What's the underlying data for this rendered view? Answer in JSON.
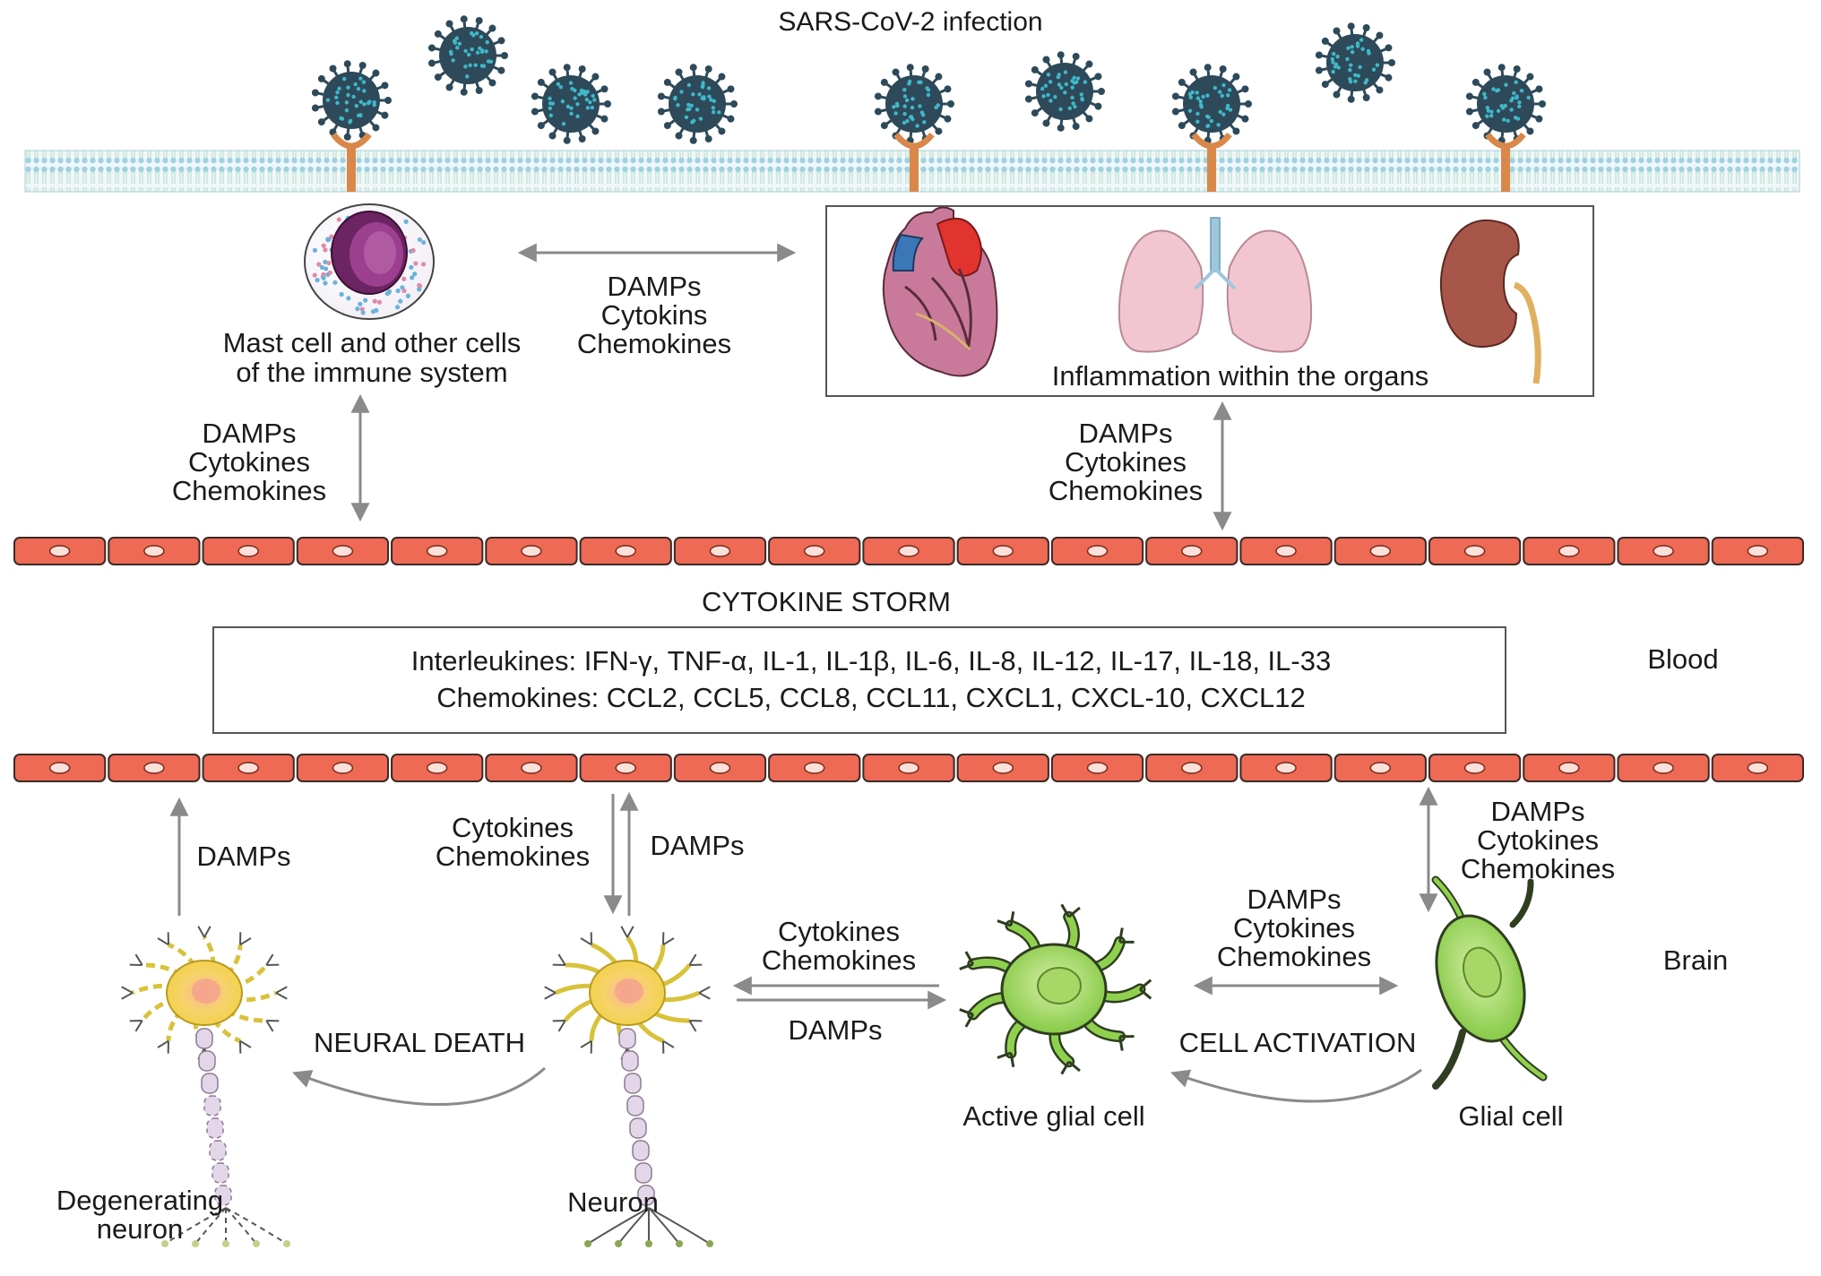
{
  "title": "SARS-CoV-2 infection",
  "immune_cell_label": [
    "Mast cell and other cells",
    "of the immune system"
  ],
  "immune_organ_signals": [
    "DAMPs",
    "Cytokins",
    "Chemokines"
  ],
  "organ_box_label": "Inflammation within the organs",
  "immune_blood_signals": [
    "DAMPs",
    "Cytokines",
    "Chemokines"
  ],
  "organ_blood_signals": [
    "DAMPs",
    "Cytokines",
    "Chemokines"
  ],
  "storm_title": "CYTOKINE STORM",
  "interleukines_line": "Interleukines: IFN-γ, TNF-α, IL-1, IL-1β, IL-6, IL-8, IL-12, IL-17, IL-18, IL-33",
  "chemokines_line": "Chemokines:  CCL2, CCL5, CCL8, CCL11, CXCL1, CXCL-10, CXCL12",
  "blood_label": "Blood",
  "brain_label": "Brain",
  "degenerating_to_blood": "DAMPs",
  "blood_to_neuron": [
    "Cytokines",
    "Chemokines"
  ],
  "neuron_to_blood": "DAMPs",
  "glial_blood_signals": [
    "DAMPs",
    "Cytokines",
    "Chemokines"
  ],
  "neuron_glia_top": [
    "Cytokines",
    "Chemokines"
  ],
  "neuron_glia_bottom": "DAMPs",
  "glia_glia_signals": [
    "DAMPs",
    "Cytokines",
    "Chemokines"
  ],
  "neural_death": "NEURAL DEATH",
  "cell_activation": "CELL ACTIVATION",
  "degenerating_neuron_label": [
    "Degenerating",
    "neuron"
  ],
  "neuron_label": "Neuron",
  "active_glial_label": "Active glial cell",
  "glial_label": "Glial cell",
  "colors": {
    "virus": "#2e4a5a",
    "virus_dots": "#3fb8c8",
    "membrane": "#bfe0ea",
    "receptor": "#d9884a",
    "vessel": "#ee6a55",
    "glia": "#8fd14f",
    "neuron": "#f3d64a",
    "arrow": "#8a8a8a"
  }
}
